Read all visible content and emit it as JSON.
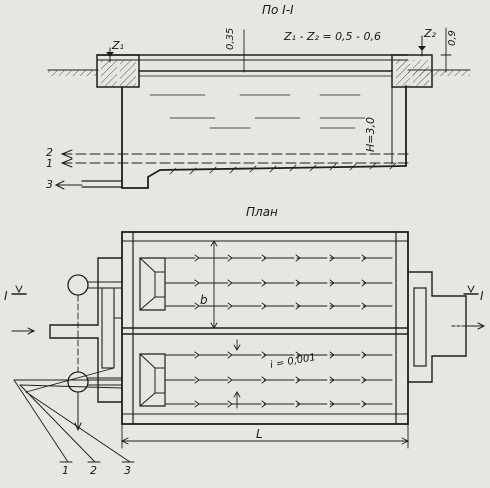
{
  "section_title": "По I-I",
  "plan_title": "План",
  "labels": {
    "z1": "Z₁",
    "z2": "Z₂",
    "z_relation": "Z₁ - Z₂ = 0,5 - 0,6",
    "dim_035": "0,35",
    "dim_09": "0,9",
    "depth": "H=3,0",
    "width_b": "b",
    "length_l": "L",
    "slope": "i = 0,001",
    "section_mark_left": "I",
    "section_mark_right": "I",
    "callout_1": "1",
    "callout_2": "2",
    "callout_3": "3",
    "pipe_2": "2",
    "pipe_1": "1",
    "pipe_3": "3"
  }
}
